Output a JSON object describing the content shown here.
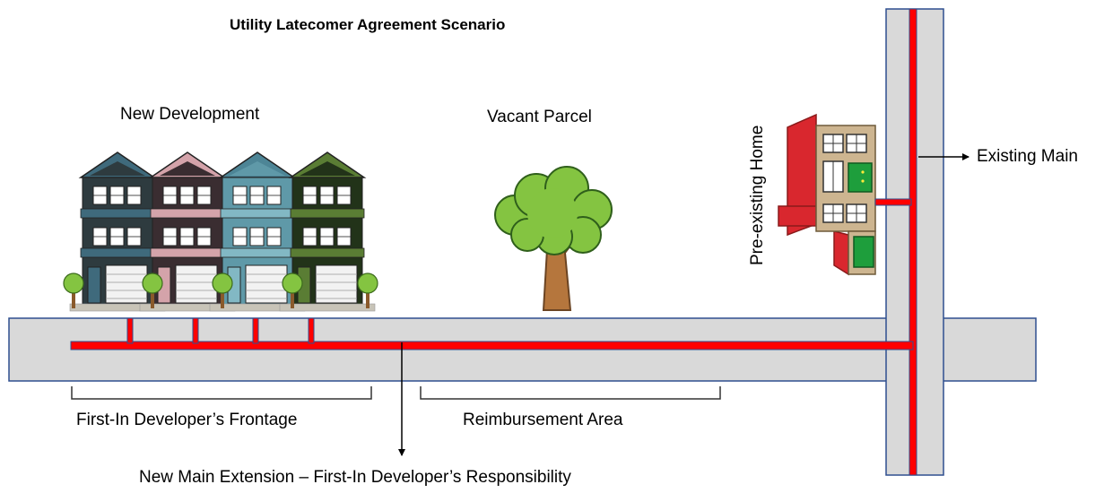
{
  "title": "Utility Latecomer Agreement Scenario",
  "labels": {
    "new_development": "New Development",
    "vacant_parcel": "Vacant Parcel",
    "pre_existing_home": "Pre-existing Home",
    "existing_main": "Existing Main",
    "frontage": "First-In Developer’s Frontage",
    "reimbursement": "Reimbursement Area",
    "new_main": "New Main Extension – First-In Developer’s Responsibility"
  },
  "colors": {
    "road_fill": "#d9d9d9",
    "road_border": "#2f4f8f",
    "pipe": "#ff0000",
    "house_red": "#d9272e",
    "house_tan": "#cdb590",
    "door_green": "#1e9e3c",
    "tree_green": "#84c441",
    "trunk": "#b5763d"
  },
  "townhouses": [
    {
      "body": "#2e3b3f",
      "roof": "#3f6a7c",
      "trim": "#3f6a7c"
    },
    {
      "body": "#3a2d31",
      "roof": "#d4a3aa",
      "trim": "#d4a3aa"
    },
    {
      "body": "#5f99a8",
      "roof": "#4d8596",
      "trim": "#82b8c4"
    },
    {
      "body": "#223319",
      "roof": "#5a7d34",
      "trim": "#5a7d34"
    }
  ]
}
